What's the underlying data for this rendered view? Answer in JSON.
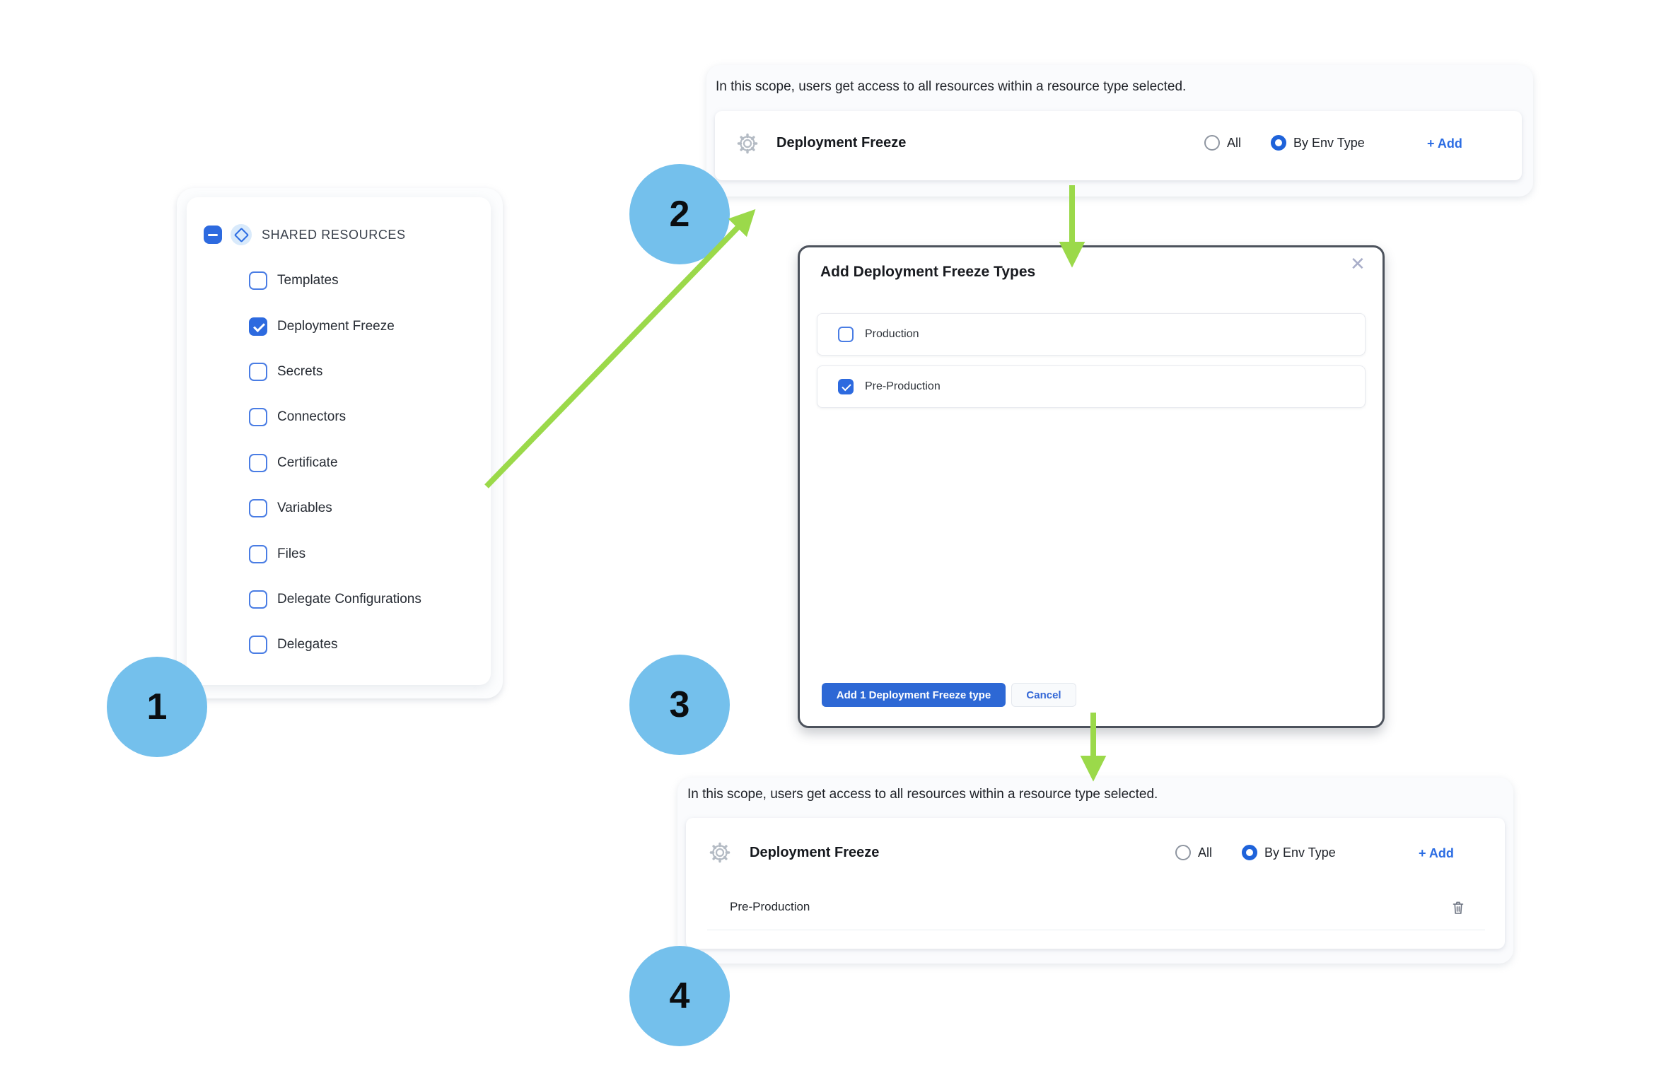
{
  "steps": {
    "one": "1",
    "two": "2",
    "three": "3",
    "four": "4"
  },
  "icons": {
    "close": "✕"
  },
  "colors": {
    "accent_blue": "#2d6adf",
    "checkbox_border": "#4a7de4",
    "radio_selected": "#1f63da",
    "link_blue": "#2b6ce3",
    "step_circle": "#74c0ec",
    "arrow_green": "#9bd94a",
    "modal_border": "#4c525c"
  },
  "sidebar": {
    "header": "SHARED RESOURCES",
    "items": [
      {
        "label": "Templates",
        "checked": false
      },
      {
        "label": "Deployment Freeze",
        "checked": true
      },
      {
        "label": "Secrets",
        "checked": false
      },
      {
        "label": "Connectors",
        "checked": false
      },
      {
        "label": "Certificate",
        "checked": false
      },
      {
        "label": "Variables",
        "checked": false
      },
      {
        "label": "Files",
        "checked": false
      },
      {
        "label": "Delegate Configurations",
        "checked": false
      },
      {
        "label": "Delegates",
        "checked": false
      }
    ]
  },
  "scope_panel_top": {
    "description": "In this scope, users get access to all resources within a resource type selected.",
    "resource_label": "Deployment Freeze",
    "radio_all_label": "All",
    "radio_env_label": "By Env Type",
    "all_selected": false,
    "env_selected": true,
    "add_label": "+ Add"
  },
  "modal": {
    "title": "Add Deployment Freeze Types",
    "options": [
      {
        "label": "Production",
        "checked": false
      },
      {
        "label": "Pre-Production",
        "checked": true
      }
    ],
    "confirm_label": "Add 1 Deployment Freeze type",
    "cancel_label": "Cancel"
  },
  "scope_panel_bottom": {
    "description": "In this scope, users get access to all resources within a resource type selected.",
    "resource_label": "Deployment Freeze",
    "radio_all_label": "All",
    "radio_env_label": "By Env Type",
    "all_selected": false,
    "env_selected": true,
    "add_label": "+ Add",
    "selected_item": "Pre-Production"
  }
}
